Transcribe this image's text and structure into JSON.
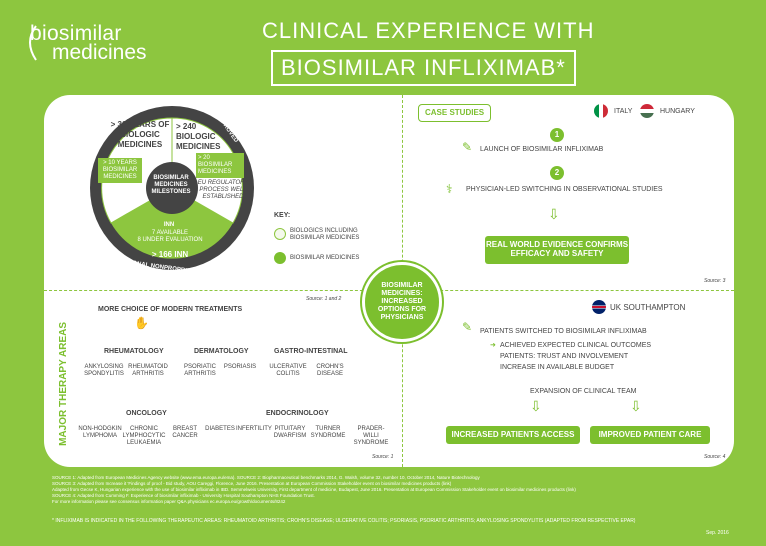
{
  "logo": {
    "line1": "biosimilar",
    "line2": "medicines"
  },
  "title": {
    "line1": "CLINICAL EXPERIENCE WITH",
    "line2": "BIOSIMILAR INFLIXIMAB*"
  },
  "wheel": {
    "experience": "EXPERIENCE",
    "approved": "MEDICINES APPROVED",
    "inn_label": "INTERNATIONAL NONPROPRIETARY NAME (INN)",
    "biologic_years": "> 30 YEARS OF BIOLOGIC MEDICINES",
    "biosimilar_years": "> 10 YEARS BIOSIMILAR MEDICINES",
    "biologic_count": "> 240 BIOLOGIC MEDICINES",
    "biosimilar_count": "> 20 BIOSIMILAR MEDICINES",
    "eu_process": "EU REGULATORY PROCESS WELL ESTABLISHED",
    "center": "BIOSIMILAR MEDICINES MILESTONES",
    "inn_title": "INN",
    "inn_available": "7 AVAILABLE",
    "inn_evaluation": "8 UNDER EVALUATION",
    "inn_total": "> 166 INN"
  },
  "key": {
    "title": "KEY:",
    "item1": "BIOLOGICS INCLUDING BIOSIMILAR MEDICINES",
    "item2": "BIOSIMILAR MEDICINES"
  },
  "source_12": "Source: 1 and 2",
  "case_studies": {
    "title": "CASE STUDIES",
    "italy": "ITALY",
    "hungary": "HUNGARY",
    "step1": "LAUNCH OF BIOSIMILAR INFLIXIMAB",
    "step2": "PHYSICIAN-LED SWITCHING IN OBSERVATIONAL STUDIES",
    "evidence": "REAL WORLD EVIDENCE CONFIRMS EFFICACY AND SAFETY",
    "source": "Source: 3"
  },
  "center_circle": "BIOSIMILAR MEDICINES: INCREASED OPTIONS FOR PHYSICIANS",
  "uk": {
    "title": "UK SOUTHAMPTON",
    "switched": "PATIENTS SWITCHED TO BIOSIMILAR INFLIXIMAB",
    "b1": "ACHIEVED EXPECTED CLINICAL OUTCOMES",
    "b2": "PATIENTS: TRUST AND INVOLVEMENT",
    "b3": "INCREASE IN AVAILABLE BUDGET",
    "expansion": "EXPANSION OF CLINICAL TEAM",
    "access": "INCREASED PATIENTS ACCESS",
    "care": "IMPROVED PATIENT CARE",
    "source": "Source: 4"
  },
  "therapy": {
    "vertical": "MAJOR THERAPY AREAS",
    "more_choice": "MORE CHOICE OF MODERN TREATMENTS",
    "rheum": "RHEUMATOLOGY",
    "rheum_a": "ANKYLOSING SPONDYLITIS",
    "rheum_b": "RHEUMATOID ARTHRITIS",
    "derm": "DERMATOLOGY",
    "derm_a": "PSORIATIC ARTHRITIS",
    "derm_b": "PSORIASIS",
    "gastro": "GASTRO-INTESTINAL",
    "gastro_a": "ULCERATIVE COLITIS",
    "gastro_b": "CROHN'S DISEASE",
    "onc": "ONCOLOGY",
    "onc_a": "NON-HODGKIN LYMPHOMA",
    "onc_b": "CHRONIC LYMPHOCYTIC LEUKAEMIA",
    "onc_c": "BREAST CANCER",
    "endo": "ENDOCRINOLOGY",
    "endo_a": "DIABETES",
    "endo_b": "INFERTILITY",
    "endo_c": "PITUITARY DWARFISM",
    "endo_d": "TURNER SYNDROME",
    "endo_e": "PRADER-WILLI SYNDROME",
    "source": "Source: 1"
  },
  "footer": {
    "s1": "SOURCE 1: Adapted from European Medicines Agency website (www.ema.europa.eu/ema). SOURCE 2: Biopharmaceutical benchmarks 2014, G. Walsh, volume 32, number 10, October 2014, Nature Biotechnology",
    "s3": "SOURCE 3: Adapted from Increase it 'Findings of proof - Bid study, AOU Careggi, Florence, June 2016. Presentation at European Commission Stakeholder event on biosimilar medicines products (link)",
    "s3b": "Adapted from Gecse K, Hungarian experience with the use of biosimilar infliximab in IBD. Semmelweis University, First department of medicine, Budapest, June 2016. Presentation at European Commission Stakeholder event on biosimilar medicines products (link)",
    "s4": "SOURCE 4: Adapted from Cumming F. Experience of biosimilar infliximab - University Hospital Southampton NHS Foundation Trust.",
    "s4b": "For more information please see consensus information paper Q&A physicians ec.europa.eu/growth/documents/8242",
    "note": "* INFLIXIMAB IS INDICATED IN THE FOLLOWING THERAPEUTIC AREAS: RHEUMATOID ARTHRITIS; CROHN'S DISEASE; ULCERATIVE COLITIS; PSORIASIS, PSORIATIC ARTHRITIS; ANKYLOSING SPONDYLITIS (ADAPTED FROM RESPECTIVE EPAR)",
    "date": "Sep. 2016"
  },
  "colors": {
    "brand": "#8dc63f",
    "accent": "#7cbf2e",
    "dark": "#444444"
  }
}
